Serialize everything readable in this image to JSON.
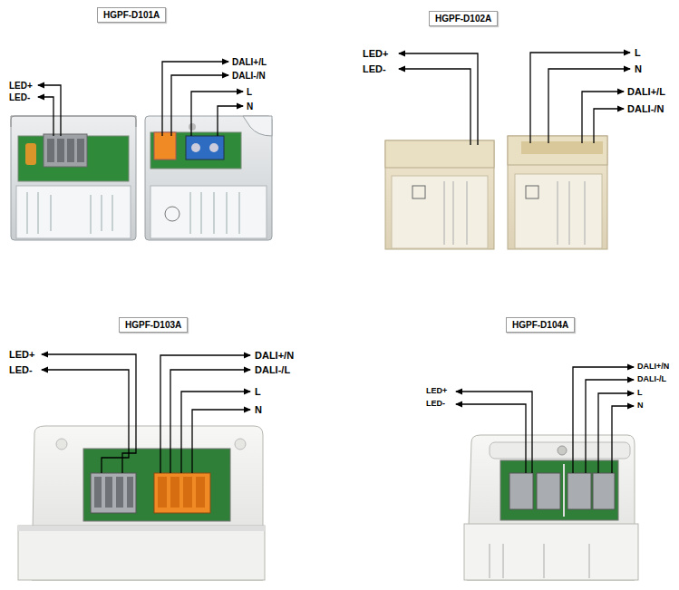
{
  "diagram": {
    "nodes": [
      {
        "text": [
          "HGPF-D101A"
        ]
      },
      {
        "text": [
          "HGPF-D102A"
        ]
      },
      {
        "text": [
          "HGPF-D103A"
        ]
      },
      {
        "text": [
          "HGPF-D104A"
        ]
      }
    ],
    "labels": [
      "LED+",
      "LED-",
      "DALI+/L",
      "DALI-/N",
      "L",
      "N",
      "LED+",
      "LED-",
      "L",
      "N",
      "DALI+/L",
      "DALI-/N",
      "LED+",
      "LED-",
      "DALI+/N",
      "DALI-/L",
      "L",
      "N",
      "LED+",
      "LED-",
      "DALI+/N",
      "DALI-/L",
      "L",
      "N"
    ]
  }
}
